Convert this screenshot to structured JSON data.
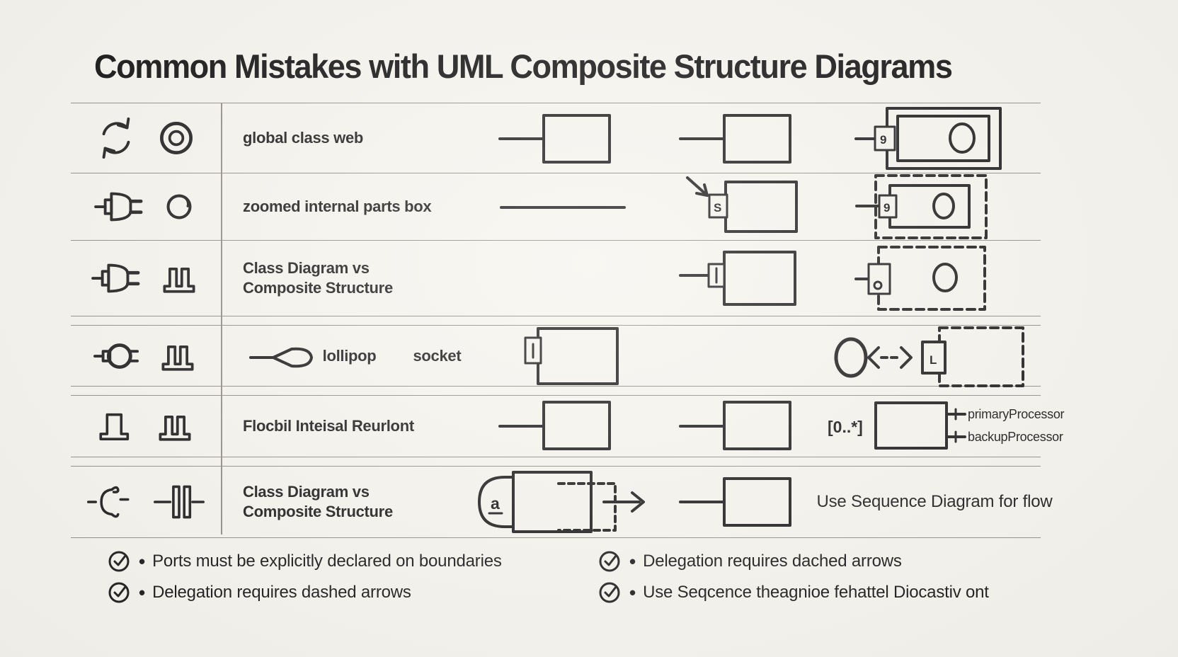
{
  "title": "Common Mistakes with UML Composite Structure Diagrams",
  "colors": {
    "background": "#f6f4ee",
    "ink": "#1c1c1c",
    "grid_line": "#8f8d84"
  },
  "bullet_char": "•",
  "rows": [
    {
      "icons": [
        "sync-arrows-icon",
        "donut-circle-icon"
      ],
      "label": "global class web",
      "label2": "",
      "cells": [
        "connector-to-box",
        "connector-to-box",
        "nested-box-with-port-and-circle"
      ],
      "port_label": "9"
    },
    {
      "icons": [
        "plug-icon",
        "circle-icon"
      ],
      "label": "zoomed internal parts box",
      "label2": "",
      "cells": [
        "plain-line",
        "arrow-to-port-on-box",
        "dashed-box-with-port-and-circle"
      ],
      "port_label": "S",
      "port_label2": "9"
    },
    {
      "icons": [
        "plug-icon",
        "socket-icon"
      ],
      "label": "Class Diagram vs",
      "label2": "Composite Structure",
      "cells": [
        "empty",
        "box-with-port",
        "dashed-box-with-port-and-circle"
      ]
    },
    {
      "icons": [
        "circle-plug-icon",
        "socket-icon"
      ],
      "label": "lollipop",
      "label2": "socket",
      "cells": [
        "box-with-port",
        "empty",
        "circle-dashed-arrow-port-dashed-box"
      ],
      "port_label": "L"
    },
    {
      "icons": [
        "block-icon",
        "socket-icon"
      ],
      "label": "Flocbil Inteisal Reurlont",
      "label2": "",
      "cells": [
        "connector-to-box",
        "connector-to-box",
        "multiplicity-box-with-named-ports"
      ],
      "multiplicity": "[0..*]",
      "port_top": "primaryProcessor",
      "port_bottom": "backupProcessor"
    },
    {
      "icons": [
        "curl-plug-icon",
        "capacitor-icon"
      ],
      "label": "Class Diagram vs",
      "label2": "Composite Structure",
      "cells": [
        "capsule-part-dashed-extension-arrow",
        "connector-to-box",
        "note-text"
      ],
      "part_label": "a",
      "note": "Use Sequence Diagram for flow"
    }
  ],
  "notes": {
    "left": [
      "Ports must be explicitly declared on boundaries",
      "Delegation requires dashed arrows"
    ],
    "right": [
      "Delegation requires dached arrows",
      "Use Seqcence theagnioe fehattel Diocastiv ont"
    ]
  }
}
